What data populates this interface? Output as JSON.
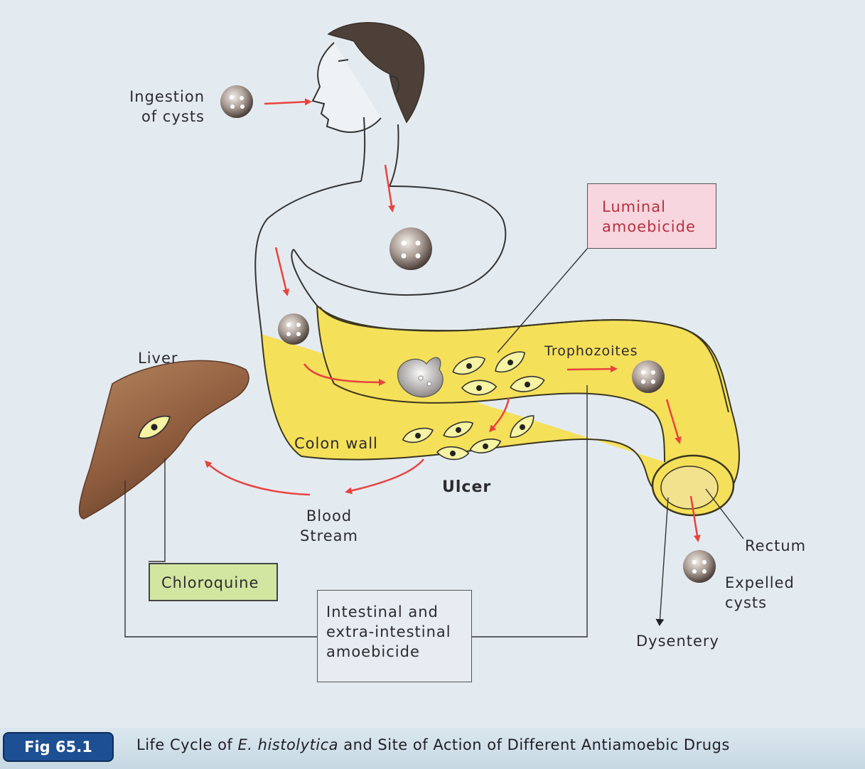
{
  "labels": {
    "ingestion": "Ingestion\nof cysts",
    "liver": "Liver",
    "trophozoites": "Trophozoites",
    "colon_wall": "Colon wall",
    "ulcer": "Ulcer",
    "blood_stream": "Blood\nStream",
    "rectum": "Rectum",
    "expelled_cysts": "Expelled\ncysts",
    "dysentery": "Dysentery"
  },
  "boxes": {
    "luminal": "Luminal\namoebicide",
    "chloroquine": "Chloroquine",
    "intestinal": "Intestinal and\nextra-intestinal\namoebicide"
  },
  "caption": {
    "badge": "Fig 65.1",
    "prefix": "Life Cycle of ",
    "species": "E. histolytica",
    "suffix": " and Site of Action of Different Antiamoebic Drugs"
  },
  "colors": {
    "arrow": "#e8433f",
    "colon_fill": "#f5e05a",
    "luminal_box": "#f7d6df",
    "chloroquine_box": "#d3e6a1",
    "liver": "#9e6e4d",
    "badge": "#1d4f93"
  }
}
